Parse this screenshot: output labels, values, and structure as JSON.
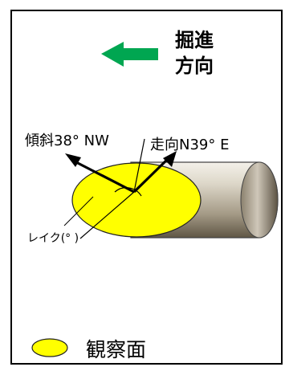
{
  "direction": {
    "line1": "掘進",
    "line2": "方向",
    "arrow_color": "#00a651"
  },
  "labels": {
    "dip": "傾斜38°  NW",
    "strike": "走向N39°  E",
    "rake": "レイク(°  )"
  },
  "legend": {
    "label": "観察面",
    "swatch_color": "#ffff00"
  },
  "colors": {
    "frame": "#000000",
    "observation_face": "#ffff00",
    "tunnel_body_light": "#f2eee6",
    "tunnel_body_dark": "#6f6552",
    "vectors": "#000000"
  }
}
